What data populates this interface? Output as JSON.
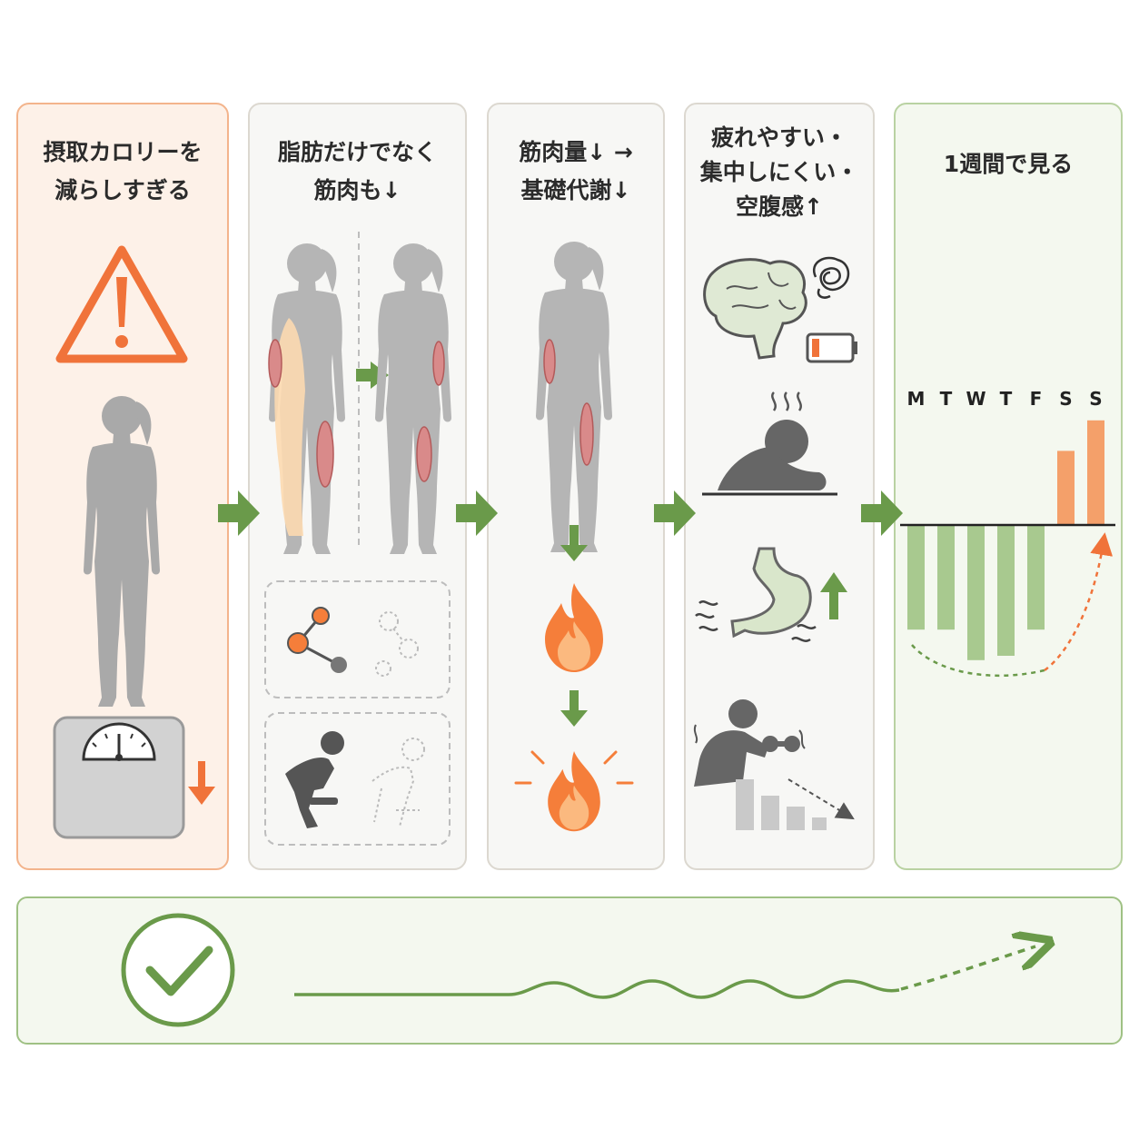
{
  "panels": [
    {
      "id": "p1",
      "title_lines": [
        "摂取カロリーを",
        "減らしすぎる"
      ]
    },
    {
      "id": "p2",
      "title_lines": [
        "脂肪だけでなく",
        "筋肉も↓"
      ]
    },
    {
      "id": "p3",
      "title_lines": [
        "筋肉量↓ →",
        "基礎代謝↓"
      ]
    },
    {
      "id": "p4",
      "title_lines": [
        "疲れやすい・",
        "集中しにくい・",
        "空腹感↑"
      ]
    },
    {
      "id": "p5",
      "title_lines": [
        "1週間で見る"
      ]
    }
  ],
  "week_chart": {
    "days": [
      "M",
      "T",
      "W",
      "T",
      "F",
      "S",
      "S"
    ],
    "values": [
      -2.4,
      -2.4,
      -3.1,
      -3.0,
      -2.4,
      1.7,
      2.4
    ]
  },
  "colors": {
    "accent_orange": "#f0733a",
    "accent_green": "#6a9a4a",
    "bar_green": "#a8c98f",
    "bar_orange": "#f4a06a",
    "silhouette_gray": "#a9a9a9"
  }
}
